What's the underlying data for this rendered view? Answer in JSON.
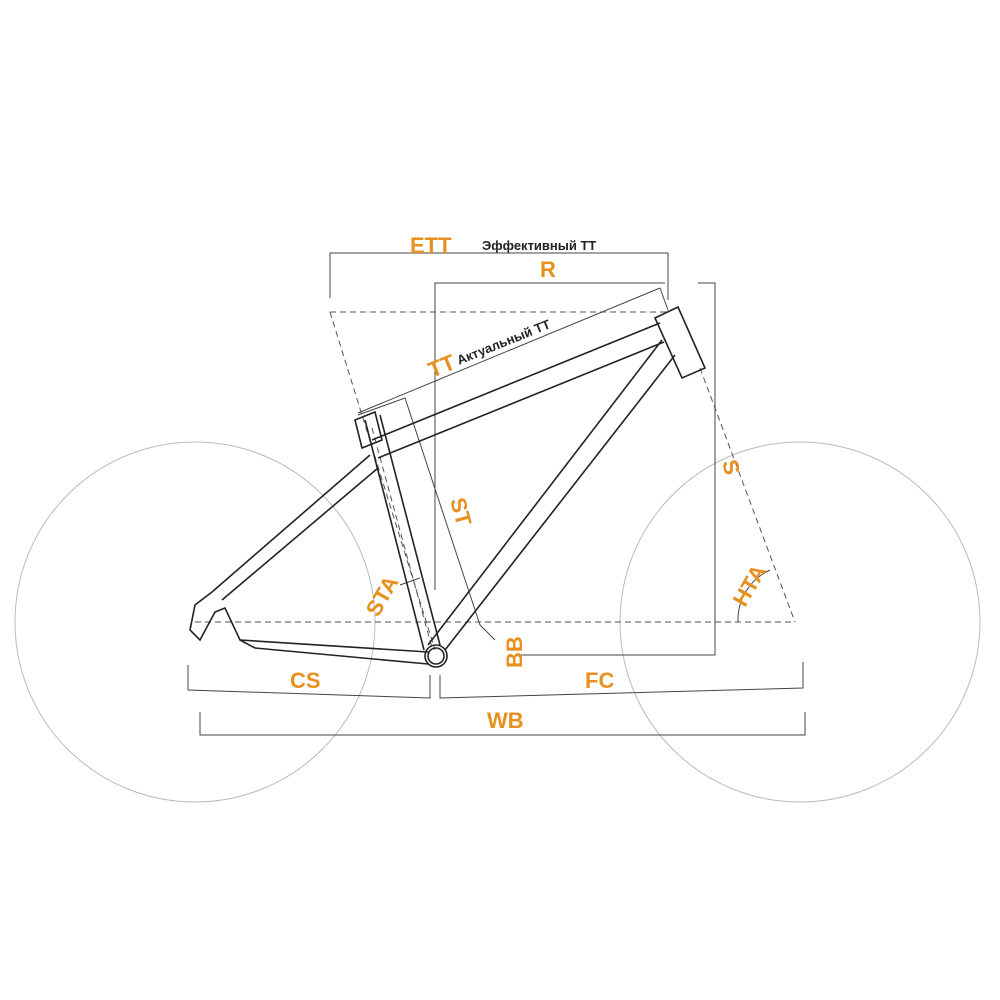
{
  "colors": {
    "accent": "#e8901e",
    "line": "#333333",
    "wheel": "#bbbbbb"
  },
  "labels": {
    "ett": "ETT",
    "ett_desc": "Эффективный ТТ",
    "r": "R",
    "tt": "TT",
    "tt_desc": "Актуальный ТТ",
    "st": "ST",
    "sta": "STA",
    "s": "S",
    "hta": "HTA",
    "bb": "BB",
    "cs": "CS",
    "fc": "FC",
    "wb": "WB"
  }
}
